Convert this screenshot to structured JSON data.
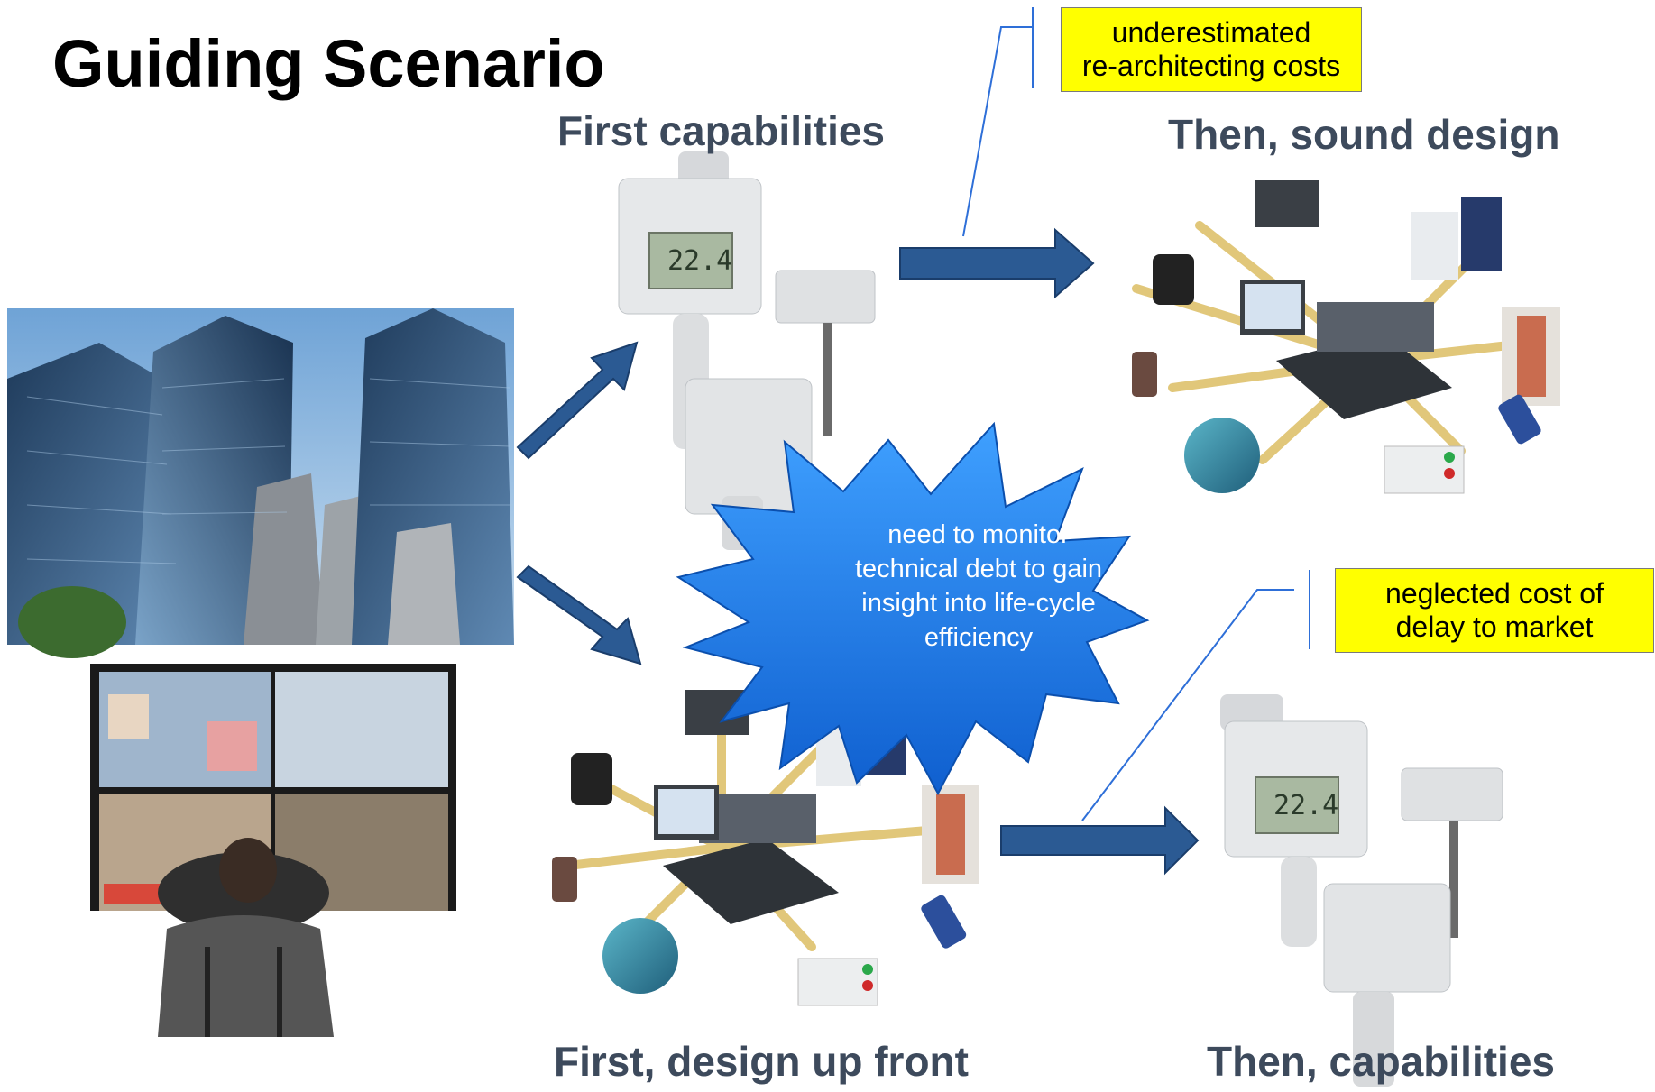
{
  "title": "Guiding Scenario",
  "quadrants": {
    "top_left": "First capabilities",
    "top_right": "Then, sound design",
    "bottom_left": "First, design up front",
    "bottom_right": "Then, capabilities"
  },
  "callouts": {
    "top": [
      "underestimated",
      "re-architecting costs"
    ],
    "bottom": [
      "neglected cost of",
      "delay to market"
    ]
  },
  "burst": [
    "need to monitor",
    "technical debt to gain",
    "insight into life-cycle",
    "efficiency"
  ],
  "device": {
    "display_value": "22.4"
  },
  "colors": {
    "arrow": "#2b5a93",
    "burst": "#1e7be0",
    "callout": "#ffff00",
    "header": "#3d4a5c",
    "line": "#2e6fd8"
  }
}
